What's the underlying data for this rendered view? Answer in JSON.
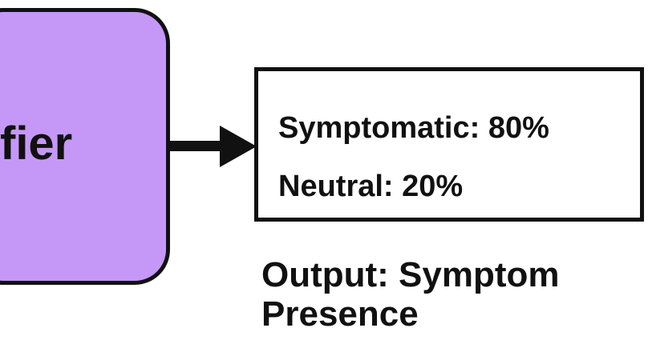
{
  "classifier": {
    "label": "fier",
    "fill_color": "#c598f7"
  },
  "arrow": {
    "direction": "right"
  },
  "output_box": {
    "lines": [
      "Symptomatic: 80%",
      "Neutral: 20%"
    ]
  },
  "caption": "Output: Symptom Presence"
}
